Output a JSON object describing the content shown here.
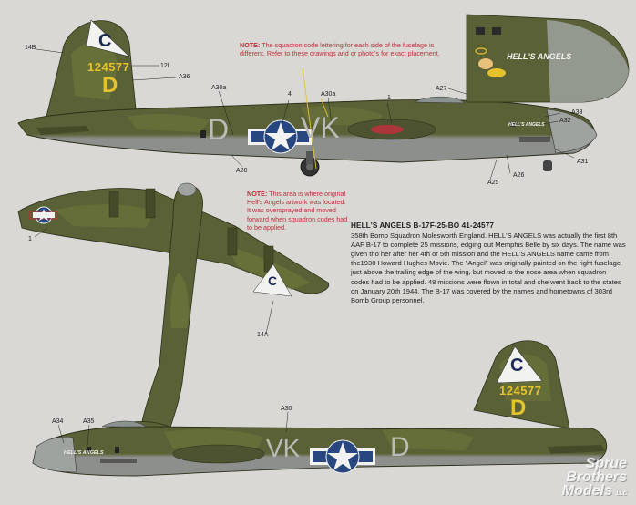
{
  "callouts": {
    "c14b": "14B",
    "c12i": "12I",
    "cA36": "A36",
    "cA30a_1": "A30a",
    "c4": "4",
    "cA30a_2": "A30a",
    "c1_top": "1",
    "cA27": "A27",
    "cA33": "A33",
    "cA32": "A32",
    "cA31": "A31",
    "cA26": "A26",
    "cA25": "A25",
    "cA28": "A28",
    "c1_left": "1",
    "c14a": "14A",
    "cA34": "A34",
    "cA35": "A35",
    "cA30": "A30"
  },
  "markings": {
    "serial": "124577",
    "group_letter": "D",
    "square_letter": "C",
    "code_left": "D",
    "code_right": "VK",
    "nose_name": "HELL'S ANGELS",
    "small_name": "HELL'S ANGELS",
    "bottom_code": "VK",
    "bottom_letter": "D",
    "bottom_nose_name": "HELL'S ANGELS",
    "bottom_serial": "124577",
    "bottom_group": "D",
    "bottom_square": "C",
    "wing_square": "C"
  },
  "notes": {
    "note1_label": "NOTE:",
    "note1_text": " The squadron code lettering for each side of the fuselage is different. Refer to these drawings and or photo's for exact placement.",
    "note2_label": "NOTE:",
    "note2_text": " This area is where original Hell's Angels artwork was located. It was oversprayed and moved forward when squadron codes had to be applied."
  },
  "story": {
    "title": "HELL'S ANGELS B-17F-25-BO 41-24577",
    "body": "358th Bomb Squadron Molesworth England. HELL'S ANGELS was actually the first 8th AAF B-17 to complete 25 missions, edging out Memphis Belle by six days. The name was given tho her after her 4th or 5th mission and the HELL'S ANGELS name came from the1930 Howard Hughes Movie. The \"Angel\" was originally painted on the right fuselage just above the trailing edge of the wing, but moved to the nose area when squadron codes had to be applied. 48 missions were flown in total and she went back to the states on January 20th 1944. The B-17 was covered by the names and hometowns of 303rd Bomb Group personnel."
  },
  "logo": {
    "line1": "Sprue",
    "line2": "Brothers",
    "line3": "Models",
    "suffix": "LLC"
  },
  "colors": {
    "olive": "#5b6136",
    "olive_dark": "#454a28",
    "green_blotch": "#6e7a3b",
    "neutral_gray": "#8c8f8b",
    "code_gray": "#b9bcb7",
    "yellow": "#e6c22e",
    "insignia_blue": "#28467f",
    "note_red": "#c0303b"
  }
}
